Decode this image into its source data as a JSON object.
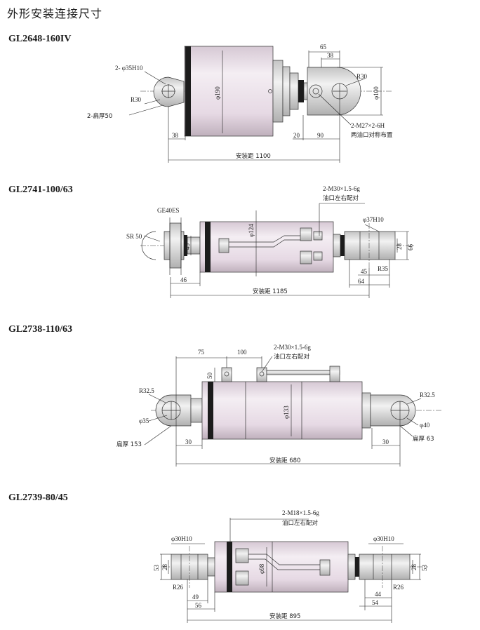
{
  "page_title": "外形安装连接尺寸",
  "colors": {
    "cylinder": "#e8dce6",
    "metal": "#d9d9d9",
    "band": "#1c1c1c"
  },
  "drawings": [
    {
      "model": "GL2648-160IV",
      "labels": {
        "hole": "2- φ35H10",
        "radius_left": "R30",
        "thickness": "2-扁厚50",
        "bore": "φ190",
        "d65": "65",
        "d38_top": "38",
        "radius_right": "R30",
        "d100": "φ100",
        "port": "2-M27×2-6H",
        "port_note": "两油口对称布置",
        "d38": "38",
        "d20": "20",
        "d90": "90",
        "install": "安装距 1100"
      }
    },
    {
      "model": "GL2741-100/63",
      "labels": {
        "port": "2-M30×1.5-6g",
        "port_note": "油口左右配对",
        "bearing": "GE40ES",
        "sr": "SR 50",
        "d45": "45",
        "bore": "φ124",
        "hole": "φ37H10",
        "d28": "28",
        "d66": "66",
        "d45b": "45",
        "r35": "R35",
        "d64": "64",
        "d46": "46",
        "install": "安装距 1185"
      }
    },
    {
      "model": "GL2738-110/63",
      "labels": {
        "d75": "75",
        "d100": "100",
        "port": "2-M30×1.5-6g",
        "port_note": "油口左右配对",
        "d50": "50",
        "r_left": "R32.5",
        "r_right": "R32.5",
        "hole_left": "φ35",
        "bore": "φ133",
        "hole_right": "φ40",
        "thick_left": "扁厚 153",
        "d30_left": "30",
        "d30_right": "30",
        "thick_right": "扁厚 63",
        "install": "安装距 680"
      }
    },
    {
      "model": "GL2739-80/45",
      "labels": {
        "port": "2-M18×1.5-6g",
        "port_note": "油口左右配对",
        "hole_left": "φ30H10",
        "hole_right": "φ30H10",
        "d53_left": "53",
        "d28_left": "28",
        "r26_left": "R26",
        "d49": "49",
        "d56": "56",
        "bore": "φ98",
        "d28_right": "28",
        "d53_right": "53",
        "r26_right": "R26",
        "d44": "44",
        "d54": "54",
        "install": "安装距 895"
      }
    }
  ]
}
